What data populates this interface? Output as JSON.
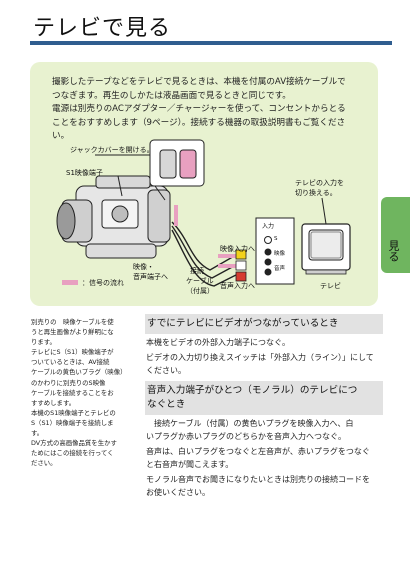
{
  "page": {
    "title": "テレビで見る",
    "side_tab": "見る"
  },
  "intro": {
    "line1": "撮影したテープなどをテレビで見るときは、本機を付属のAV接続ケーブルで",
    "line2": "つなぎます。再生のしかたは液晶画面で見るときと同じです。",
    "line3": "電源は別売りのACアダプター／チャージャーを使って、コンセントからとる",
    "line4": "ことをおすすめします（9ページ）。接続する機器の取扱説明書もご覧くださ",
    "line5": "い。"
  },
  "diagram": {
    "jack_cover": "ジャックカバーを開ける。",
    "s1_terminal": "S1映像端子",
    "tv_input_switch_1": "テレビの入力を",
    "tv_input_switch_2": "切り換える。",
    "input_panel": "入力",
    "port_s": "S",
    "port_video": "映像",
    "port_audio": "音声",
    "video_audio_out_1": "映像・",
    "video_audio_out_2": "音声端子へ",
    "cable_1": "接続",
    "cable_2": "ケーブル",
    "cable_3": "（付属）",
    "video_in": "映像入力へ",
    "audio_in": "音声入力へ",
    "tv": "テレビ",
    "signal_flow": "：信号の流れ"
  },
  "side_note": {
    "line1": "別売りの　映像ケーブルを使",
    "line2": "うと再生画像がより鮮明にな",
    "line3": "ります。",
    "line4": "テレビにS（S1）映像端子が",
    "line5": "ついているときは、AV接続",
    "line6": "ケーブルの黄色いプラグ（映像）",
    "line7": "のかわりに別売りのS映像",
    "line8": "ケーブルを接続することをお",
    "line9": "すすめします。",
    "line10": "本機のS1映像端子とテレビの",
    "line11": "S（S1）映像端子を接続しま",
    "line12": "す。",
    "line13": "DV方式の高画像品質を生かす",
    "line14": "ためにはこの接続を行ってく",
    "line15": "ださい。"
  },
  "section1": {
    "heading": "すでにテレビにビデオがつながっているとき",
    "p1": "本機をビデオの外部入力端子につなぐ。",
    "p2": "ビデオの入力切り換えスイッチは「外部入力（ライン）」にして",
    "p3": "ください。"
  },
  "section2": {
    "heading_1": "音声入力端子がひとつ（モノラル）のテレビにつ",
    "heading_2": "なぐとき",
    "p1": "　接続ケーブル（付属）の黄色いプラグを映像入力へ、白",
    "p2": "いプラグか赤いプラグのどちらかを音声入力へつなぐ。",
    "p3": "音声は、白いプラグをつなぐと左音声が、赤いプラグをつなぐ",
    "p4": "と右音声が聞こえます。",
    "p5": "モノラル音声でお聞きになりたいときは別売りの接続コードを",
    "p6": "お使いください。"
  },
  "colors": {
    "title_rule": "#2f5d8f",
    "intro_bg": "#e8f2d0",
    "tab_green": "#6fb55f",
    "section_bg": "#e2e2e2",
    "signal_pink": "#e8a0c0"
  }
}
